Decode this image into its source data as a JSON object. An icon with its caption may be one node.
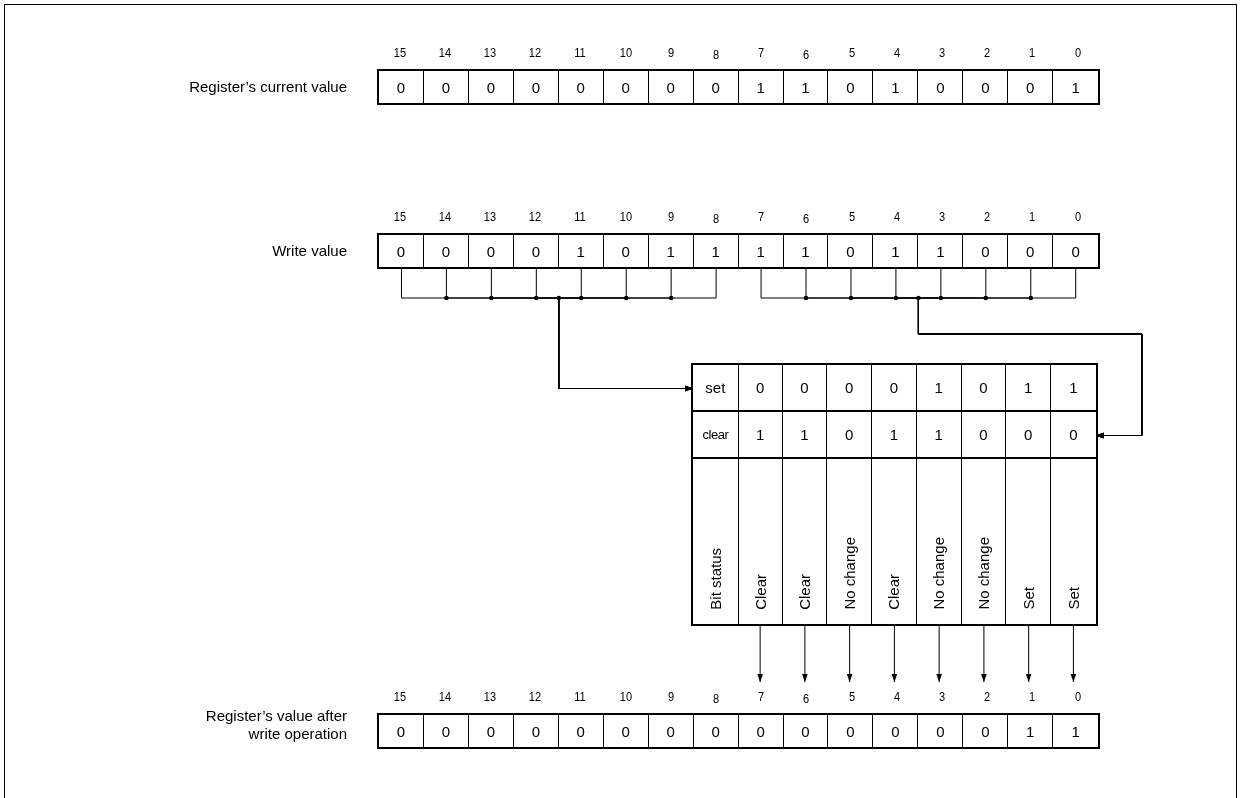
{
  "diagram": {
    "nodes": [
      {
        "text": [],
        "shape": "box",
        "beside": [
          "Register’s current value"
        ]
      },
      {
        "text": [
          "0"
        ],
        "in": 0
      },
      {
        "text": [
          "0"
        ],
        "in": 0
      },
      {
        "text": [
          "0"
        ],
        "in": 0
      },
      {
        "text": [
          "0"
        ],
        "in": 0
      },
      {
        "text": [
          "0"
        ],
        "in": 0
      },
      {
        "text": [
          "0"
        ],
        "in": 0
      },
      {
        "text": [
          "0"
        ],
        "in": 0
      },
      {
        "text": [
          "0"
        ],
        "in": 0
      },
      {
        "text": [
          "1"
        ],
        "in": 0
      },
      {
        "text": [
          "1"
        ],
        "in": 0
      },
      {
        "text": [
          "0"
        ],
        "in": 0
      },
      {
        "text": [
          "1"
        ],
        "in": 0
      },
      {
        "text": [
          "0"
        ],
        "in": 0
      },
      {
        "text": [
          "0"
        ],
        "in": 0
      },
      {
        "text": [
          "0"
        ],
        "in": 0
      },
      {
        "text": [
          "1"
        ],
        "in": 0
      },
      {
        "text": [],
        "shape": "box",
        "beside": [
          "Write value"
        ]
      },
      {
        "text": [
          "0"
        ],
        "in": 17
      },
      {
        "text": [
          "0"
        ],
        "in": 17
      },
      {
        "text": [
          "0"
        ],
        "in": 17
      },
      {
        "text": [
          "0"
        ],
        "in": 17
      },
      {
        "text": [
          "1"
        ],
        "in": 17
      },
      {
        "text": [
          "0"
        ],
        "in": 17
      },
      {
        "text": [
          "1"
        ],
        "in": 17
      },
      {
        "text": [
          "1"
        ],
        "in": 17
      },
      {
        "text": [
          "1"
        ],
        "in": 17
      },
      {
        "text": [
          "1"
        ],
        "in": 17
      },
      {
        "text": [
          "0"
        ],
        "in": 17
      },
      {
        "text": [
          "1"
        ],
        "in": 17
      },
      {
        "text": [
          "1"
        ],
        "in": 17
      },
      {
        "text": [
          "0"
        ],
        "in": 17
      },
      {
        "text": [
          "0"
        ],
        "in": 17
      },
      {
        "text": [
          "0"
        ],
        "in": 17
      },
      {
        "text": [],
        "shape": "box"
      },
      {
        "text": [
          "set"
        ],
        "in": 34
      },
      {
        "text": [
          "0"
        ],
        "in": 35
      },
      {
        "text": [
          "0"
        ],
        "in": 35
      },
      {
        "text": [
          "0"
        ],
        "in": 35
      },
      {
        "text": [
          "0"
        ],
        "in": 35
      },
      {
        "text": [
          "1"
        ],
        "in": 35
      },
      {
        "text": [
          "0"
        ],
        "in": 35
      },
      {
        "text": [
          "1"
        ],
        "in": 35
      },
      {
        "text": [
          "1"
        ],
        "in": 35
      },
      {
        "text": [
          "clear"
        ],
        "in": 34
      },
      {
        "text": [
          "1"
        ],
        "in": 44
      },
      {
        "text": [
          "1"
        ],
        "in": 44
      },
      {
        "text": [
          "0"
        ],
        "in": 44
      },
      {
        "text": [
          "1"
        ],
        "in": 44
      },
      {
        "text": [
          "1"
        ],
        "in": 44
      },
      {
        "text": [
          "0"
        ],
        "in": 44
      },
      {
        "text": [
          "0"
        ],
        "in": 44
      },
      {
        "text": [
          "0"
        ],
        "in": 44
      },
      {
        "text": [
          "Bit status"
        ],
        "in": 34
      },
      {
        "text": [
          "Clear"
        ],
        "in": 53
      },
      {
        "text": [
          "Clear"
        ],
        "in": 53
      },
      {
        "text": [
          "No change"
        ],
        "in": 53
      },
      {
        "text": [
          "Clear"
        ],
        "in": 53
      },
      {
        "text": [
          "No change"
        ],
        "in": 53
      },
      {
        "text": [
          "No change"
        ],
        "in": 53
      },
      {
        "text": [
          "Set"
        ],
        "in": 53
      },
      {
        "text": [
          "Set"
        ],
        "in": 53
      },
      {
        "text": [],
        "shape": "box",
        "beside": [
          "Register’s value after write operation"
        ]
      },
      {
        "text": [
          "0"
        ],
        "in": 62
      },
      {
        "text": [
          "0"
        ],
        "in": 62
      },
      {
        "text": [
          "0"
        ],
        "in": 62
      },
      {
        "text": [
          "0"
        ],
        "in": 62
      },
      {
        "text": [
          "0"
        ],
        "in": 62
      },
      {
        "text": [
          "0"
        ],
        "in": 62
      },
      {
        "text": [
          "0"
        ],
        "in": 62
      },
      {
        "text": [
          "0"
        ],
        "in": 62
      },
      {
        "text": [
          "0"
        ],
        "in": 62
      },
      {
        "text": [
          "0"
        ],
        "in": 62
      },
      {
        "text": [
          "0"
        ],
        "in": 62
      },
      {
        "text": [
          "0"
        ],
        "in": 62
      },
      {
        "text": [
          "0"
        ],
        "in": 62
      },
      {
        "text": [
          "0"
        ],
        "in": 62
      },
      {
        "text": [
          "1"
        ],
        "in": 62
      },
      {
        "text": [
          "1"
        ],
        "in": 62
      }
    ],
    "edges": [
      {
        "from": 18,
        "to": 35,
        "arrow": "to"
      },
      {
        "from": 19,
        "to": 35,
        "arrow": "to"
      },
      {
        "from": 20,
        "to": 35,
        "arrow": "to"
      },
      {
        "from": 21,
        "to": 35,
        "arrow": "to"
      },
      {
        "from": 22,
        "to": 35,
        "arrow": "to"
      },
      {
        "from": 23,
        "to": 35,
        "arrow": "to"
      },
      {
        "from": 24,
        "to": 35,
        "arrow": "to"
      },
      {
        "from": 25,
        "to": 35,
        "arrow": "to"
      },
      {
        "from": 26,
        "to": 44,
        "arrow": "to"
      },
      {
        "from": 27,
        "to": 44,
        "arrow": "to"
      },
      {
        "from": 28,
        "to": 44,
        "arrow": "to"
      },
      {
        "from": 29,
        "to": 44,
        "arrow": "to"
      },
      {
        "from": 30,
        "to": 44,
        "arrow": "to"
      },
      {
        "from": 31,
        "to": 44,
        "arrow": "to"
      },
      {
        "from": 32,
        "to": 44,
        "arrow": "to"
      },
      {
        "from": 33,
        "to": 44,
        "arrow": "to"
      },
      {
        "from": 54,
        "to": 71,
        "arrow": "to"
      },
      {
        "from": 55,
        "to": 72,
        "arrow": "to"
      },
      {
        "from": 56,
        "to": 73,
        "arrow": "to"
      },
      {
        "from": 57,
        "to": 74,
        "arrow": "to"
      },
      {
        "from": 58,
        "to": 75,
        "arrow": "to"
      },
      {
        "from": 59,
        "to": 76,
        "arrow": "to"
      },
      {
        "from": 60,
        "to": 77,
        "arrow": "to"
      },
      {
        "from": 61,
        "to": 78,
        "arrow": "to"
      }
    ],
    "labels": [
      "15",
      "14",
      "13",
      "12",
      "11",
      "10",
      "9",
      "8",
      "7",
      "6",
      "5",
      "4",
      "3",
      "2",
      "1",
      "0",
      "15",
      "14",
      "13",
      "12",
      "11",
      "10",
      "9",
      "8",
      "7",
      "6",
      "5",
      "4",
      "3",
      "2",
      "1",
      "0",
      "15",
      "14",
      "13",
      "12",
      "11",
      "10",
      "9",
      "8",
      "7",
      "6",
      "5",
      "4",
      "3",
      "2",
      "1",
      "0"
    ]
  }
}
